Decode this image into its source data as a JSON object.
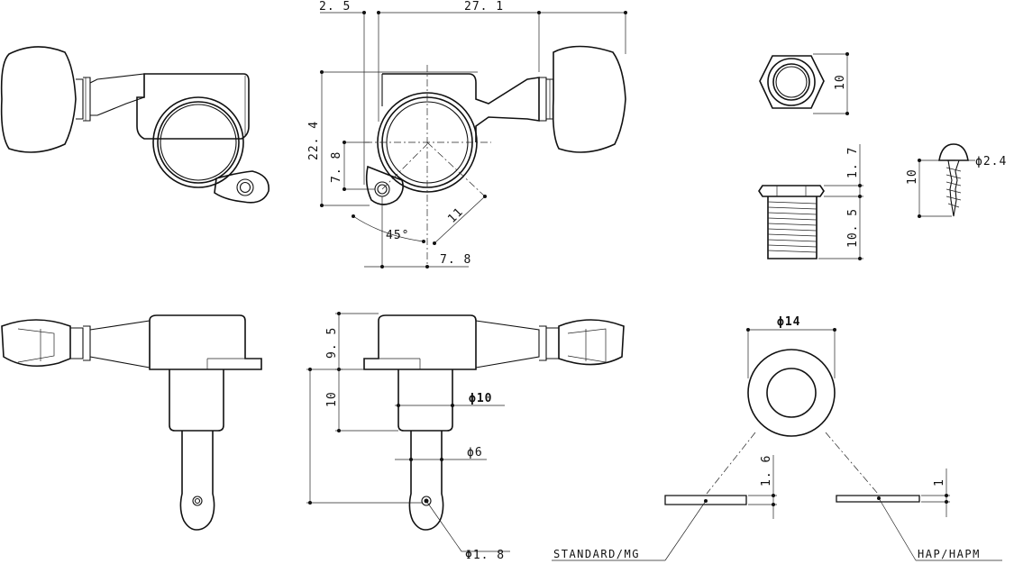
{
  "dimensions": {
    "d_2_5": "2. 5",
    "d_27_1": "27. 1",
    "d_22_4": "22. 4",
    "d_7_8_v": "7. 8",
    "d_11": "11",
    "d_45": "45°",
    "d_7_8_h": "7. 8",
    "d_10_nut": "10",
    "d_1_7": "1. 7",
    "d_10_5": "10. 5",
    "d_10_screw": "10",
    "d_phi_2_4": "ϕ2.4",
    "d_9_5": "9. 5",
    "d_10_side": "10",
    "d_phi_10": "ϕ10",
    "d_phi_6": "ϕ6",
    "d_phi_1_8": "Φ1. 8",
    "d_phi_14": "ϕ14",
    "d_1_6": "1. 6",
    "d_1": "1"
  },
  "captions": {
    "standard": "STANDARD/MG",
    "hap": "HAP/HAPM"
  }
}
